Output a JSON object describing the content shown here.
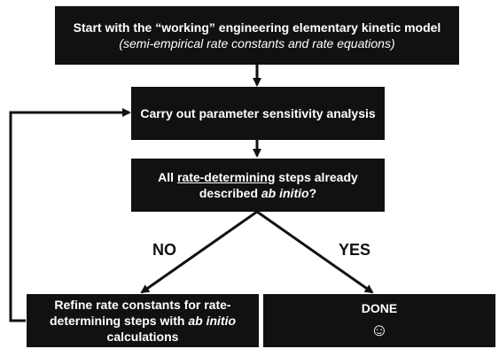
{
  "colors": {
    "box_fill": "#111111",
    "box_text": "#ffffff",
    "line": "#111111"
  },
  "start_box": {
    "title": "Start with the “working” engineering elementary kinetic model",
    "subtitle": "(semi-empirical rate constants and rate equations)"
  },
  "sensitivity_box": {
    "text": "Carry out parameter sensitivity analysis"
  },
  "decision_box": {
    "part1": "All ",
    "underlined": "rate-determining",
    "part2": " steps already",
    "part3": "described ",
    "italic": "ab initio",
    "part4": "?"
  },
  "labels": {
    "no": "NO",
    "yes": "YES"
  },
  "refine_box": {
    "line1": "Refine rate constants for rate-",
    "line2_pre": "determining steps with  ",
    "line2_italic": "ab initio",
    "line3": "calculations"
  },
  "done_box": {
    "text": "DONE",
    "icon": "smiley-icon",
    "icon_glyph": "☺"
  }
}
